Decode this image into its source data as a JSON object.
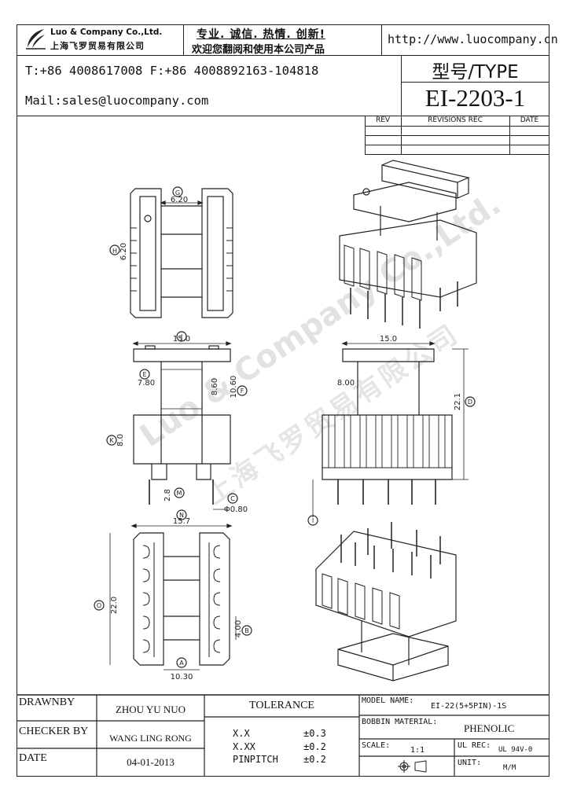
{
  "header": {
    "company_en": "Luo & Company Co.,Ltd.",
    "company_cn": "上海飞罗贸易有限公司",
    "slogan": "专业. 诚信. 热情. 创新!",
    "welcome": "欢迎您翻阅和使用本公司产品",
    "url": "http://www.luocompany.cn",
    "phone_fax": "T:+86 4008617008 F:+86 4008892163-104818",
    "mail": "Mail:sales@luocompany.com",
    "type_label": "型号/TYPE",
    "model": "EI-2203-1"
  },
  "revisions": {
    "col_rev": "REV",
    "col_rec": "REVISIONS REC",
    "col_date": "DATE"
  },
  "dims": {
    "top_width": "6.20",
    "top_height": "6.20",
    "front_width": "15.0",
    "front_inner": "7.80",
    "front_h1": "8.60",
    "front_h2": "10.60",
    "front_side": "8.0",
    "pin_len": "2.8",
    "pin_dia": "Φ0.80",
    "side_width": "15.0",
    "side_inner": "8.00",
    "side_height": "22.1",
    "bottom_width": "15.7",
    "bottom_height": "22.0",
    "bottom_pitch": "4.00",
    "bottom_base": "10.30"
  },
  "markers": {
    "a": "A",
    "b": "B",
    "c": "C",
    "d": "D",
    "e": "E",
    "f": "F",
    "g": "G",
    "h": "H",
    "i": "I",
    "j": "J",
    "k": "K",
    "m": "M",
    "n": "N",
    "o": "O"
  },
  "watermark": {
    "en": "Luo & Company Co.,Ltd.",
    "cn": "上海飞罗贸易有限公司"
  },
  "footer": {
    "drawnby_label": "DRAWNBY",
    "drawnby_value": "ZHOU YU NUO",
    "checker_label": "CHECKER BY",
    "checker_value": "WANG LING RONG",
    "date_label": "DATE",
    "date_value": "04-01-2013",
    "tolerance_label": "TOLERANCE",
    "tol_1_key": "X.X",
    "tol_1_val": "±0.3",
    "tol_2_key": "X.XX",
    "tol_2_val": "±0.2",
    "tol_3_key": "PINPITCH",
    "tol_3_val": "±0.2",
    "model_name_label": "MODEL NAME:",
    "model_name_value": "EI-22(5+5PIN)-1S",
    "bobbin_label": "BOBBIN MATERIAL:",
    "bobbin_value": "PHENOLIC",
    "scale_label": "SCALE:",
    "scale_value": "1:1",
    "ul_label": "UL REC:",
    "ul_value": "UL 94V-0",
    "unit_label": "UNIT:",
    "unit_value": "M/M"
  }
}
